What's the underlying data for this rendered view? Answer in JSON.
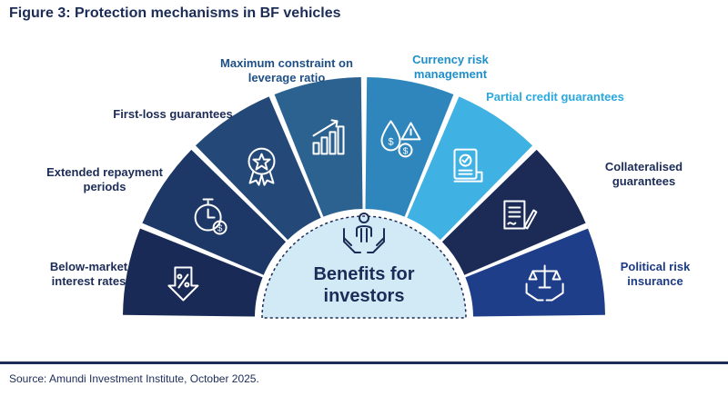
{
  "title": "Figure 3: Protection mechanisms in BF vehicles",
  "center_label": "Benefits for\ninvestors",
  "segments": [
    {
      "label": "Below-market\ninterest rates",
      "color": "#1a2a56",
      "label_color": "#1c2c57",
      "icon": "percent-arrow-icon"
    },
    {
      "label": "Extended repayment\nperiods",
      "color": "#1d3766",
      "label_color": "#1c2c57",
      "icon": "stopwatch-dollar-icon"
    },
    {
      "label": "First-loss guarantees",
      "color": "#244877",
      "label_color": "#1c2c57",
      "icon": "award-badge-icon"
    },
    {
      "label": "Maximum constraint on\nleverage ratio",
      "color": "#2b6290",
      "label_color": "#1e4f86",
      "icon": "rising-bars-icon"
    },
    {
      "label": "Currency risk\nmanagement",
      "color": "#2e86bd",
      "label_color": "#1e8fca",
      "icon": "currency-warning-icon"
    },
    {
      "label": "Partial credit guarantees",
      "color": "#3fb1e3",
      "label_color": "#29a9df",
      "icon": "certificate-icon"
    },
    {
      "label": "Collateralised\nguarantees",
      "color": "#1b2b55",
      "label_color": "#1c2c57",
      "icon": "signed-document-icon"
    },
    {
      "label": "Political risk\ninsurance",
      "color": "#1f3e8a",
      "label_color": "#1c3a86",
      "icon": "scales-hands-icon"
    }
  ],
  "colors": {
    "ring_gap": "#ffffff",
    "inner_fill": "#d2e9f6",
    "inner_border": "#1c2c57",
    "icon_stroke": "#ffffff"
  },
  "source": "Source: Amundi Investment Institute, October 2025."
}
